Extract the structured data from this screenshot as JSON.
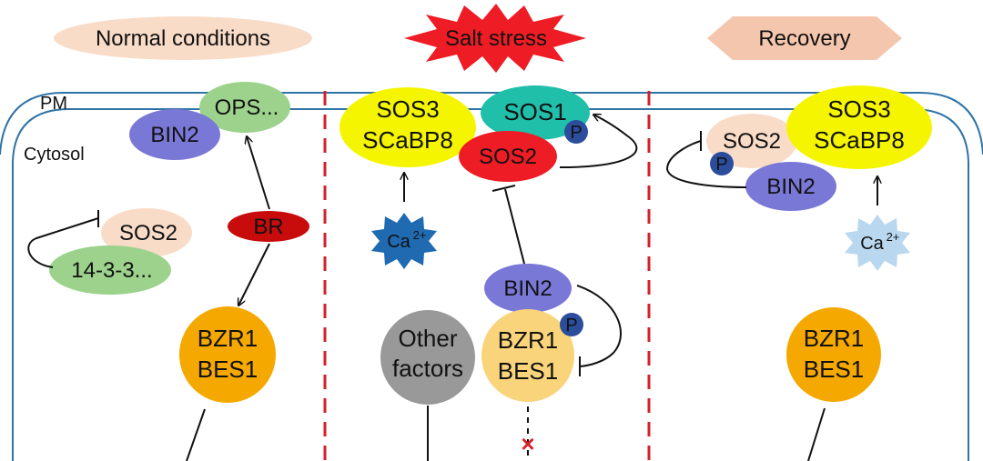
{
  "header": {
    "normal": "Normal conditions",
    "salt": "Salt stress",
    "recovery": "Recovery"
  },
  "compartments": {
    "pm": "PM",
    "cytosol": "Cytosol"
  },
  "normal_panel": {
    "ops": "OPS...",
    "bin2": "BIN2",
    "br": "BR",
    "sos2": "SOS2",
    "protein_1433": "14-3-3...",
    "bzr1": "BZR1",
    "bes1": "BES1"
  },
  "salt_panel": {
    "sos3": "SOS3",
    "scabp8": "SCaBP8",
    "sos1": "SOS1",
    "sos2": "SOS2",
    "phospho": "P",
    "ca": "Ca",
    "ca_sup": "2+",
    "bin2": "BIN2",
    "other": "Other",
    "factors": "factors",
    "bzr1": "BZR1",
    "bes1": "BES1",
    "blocked": "×"
  },
  "recovery_panel": {
    "sos2": "SOS2",
    "phospho": "P",
    "sos3": "SOS3",
    "scabp8": "SCaBP8",
    "bin2": "BIN2",
    "ca": "Ca",
    "ca_sup": "2+",
    "bzr1": "BZR1",
    "bes1": "BES1"
  },
  "colors": {
    "header_pill": "#f9dcc8",
    "salt_burst": "#ee1c25",
    "recovery_hex": "#f5c6ae",
    "membrane": "#2f73a6",
    "separator": "#d6202a",
    "bin2": "#7a78d6",
    "ops": "#9cd28c",
    "br": "#c80c0c",
    "sos2_pale": "#f9dcc8",
    "protein_1433": "#9cd28c",
    "bzr1": "#f5a800",
    "sos3": "#f5f500",
    "sos1": "#1fbfaa",
    "sos2_red": "#ee1c25",
    "phospho": "#2b4d9c",
    "ca_dark": "#1f6ab0",
    "ca_light": "#b9d8f0",
    "bzr1_pale": "#f9d47a",
    "other": "#999999"
  }
}
